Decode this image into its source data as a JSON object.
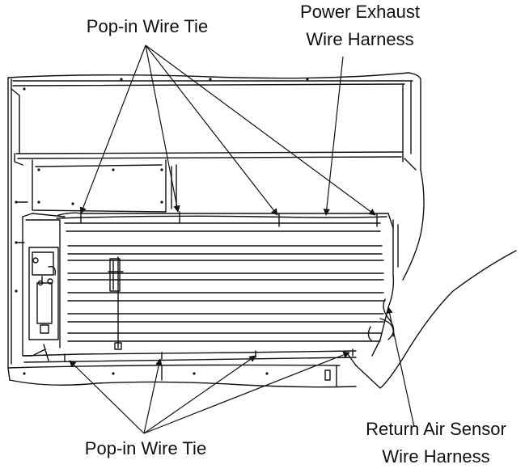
{
  "labels": {
    "top_wire_tie": "Pop-in Wire Tie",
    "power_exhaust_line1": "Power Exhaust",
    "power_exhaust_line2": "Wire Harness",
    "bottom_wire_tie": "Pop-in Wire Tie",
    "return_air_line1": "Return Air Sensor",
    "return_air_line2": "Wire Harness"
  }
}
